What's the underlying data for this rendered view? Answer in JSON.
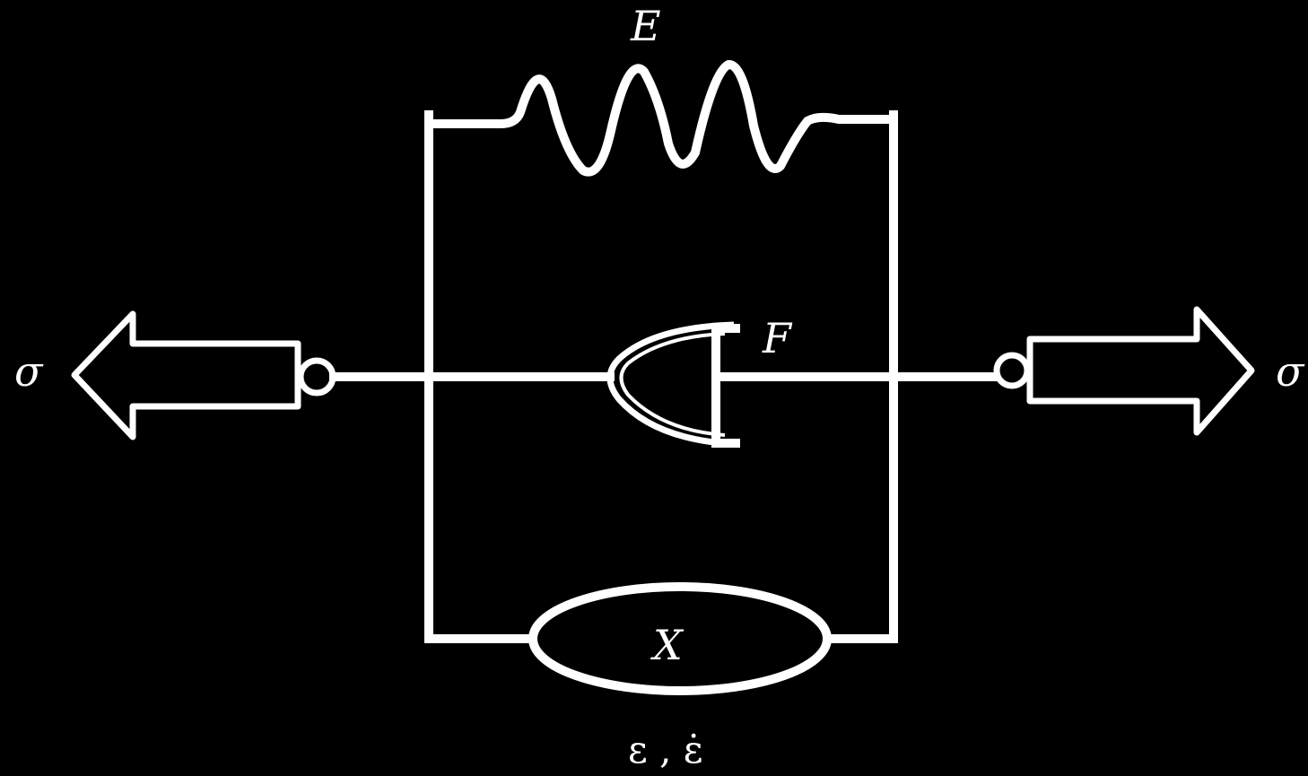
{
  "diagram": {
    "spring_label": "E",
    "friction_label": "F",
    "element_x_label": "X",
    "stress_left_label": "σ",
    "stress_right_label": "σ",
    "strain_label": "ε , ε̇",
    "colors": {
      "background": "#000000",
      "stroke": "#ffffff"
    }
  }
}
